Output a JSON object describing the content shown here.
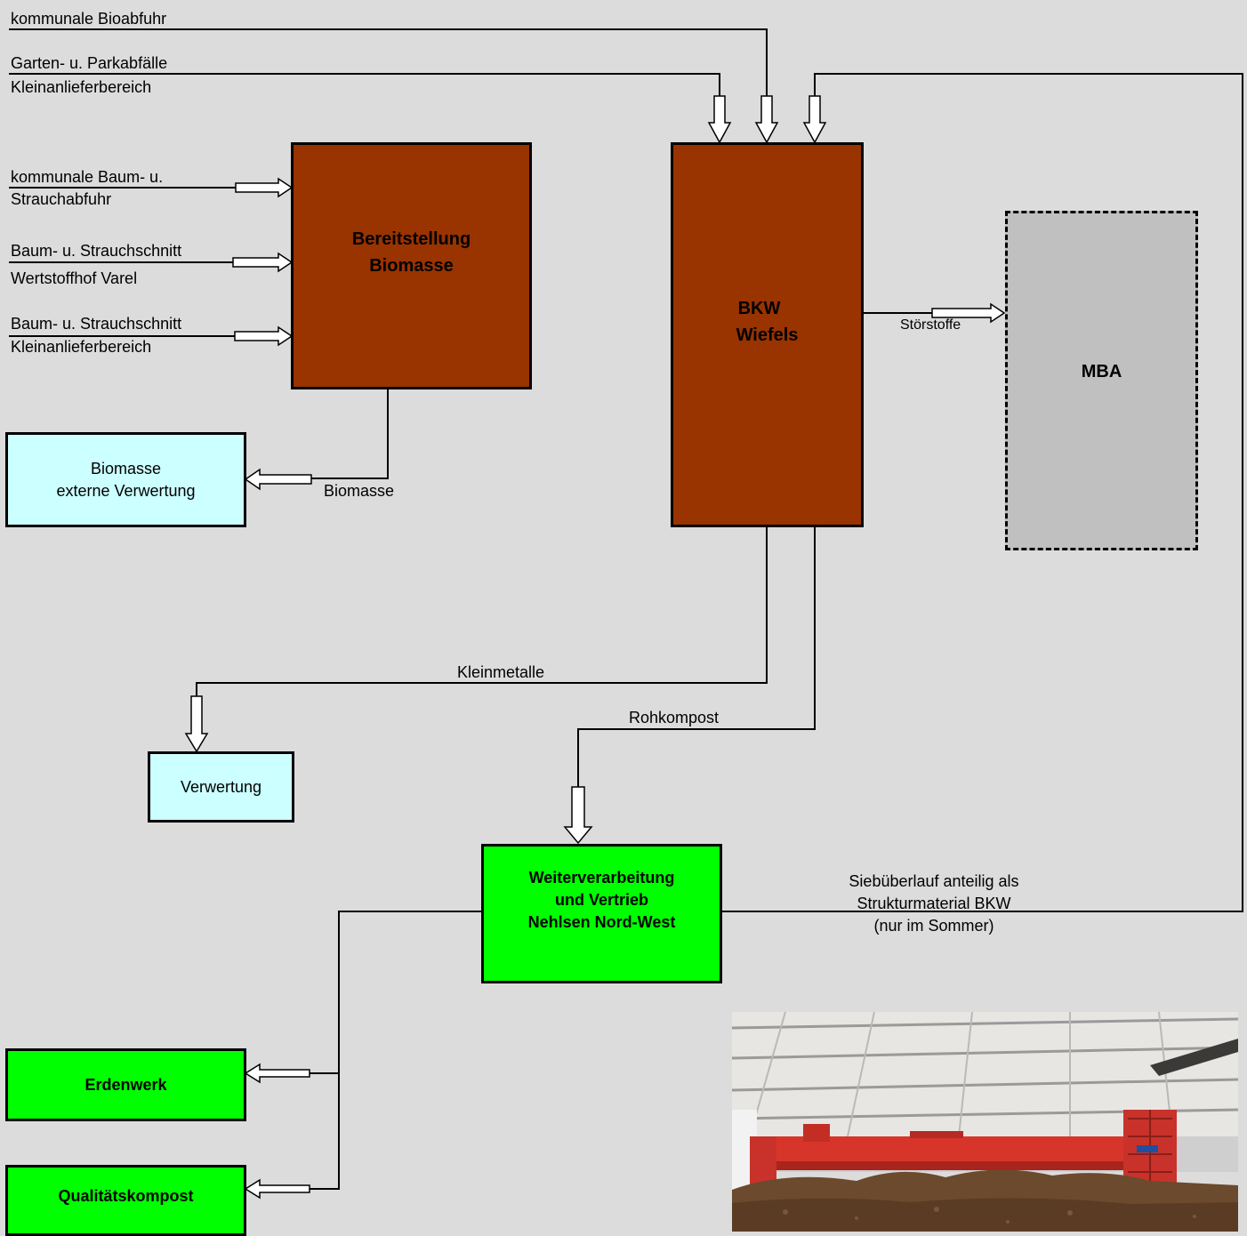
{
  "inputs": {
    "bioabfuhr": "kommunale Bioabfuhr",
    "garten": "Garten- u. Parkabfälle",
    "garten_sub": "Kleinanlieferbereich",
    "baum1": "kommunale Baum- u.",
    "baum1_sub": "Strauchabfuhr",
    "baum2": "Baum- u. Strauchschnitt",
    "baum2_sub": "Wertstoffhof Varel",
    "baum3": "Baum- u. Strauchschnitt",
    "baum3_sub": "Kleinanlieferbereich"
  },
  "boxes": {
    "bereitstellung": [
      "Bereitstellung",
      "Biomasse"
    ],
    "bkw": [
      "BKW",
      "Wiefels"
    ],
    "mba": "MBA",
    "biomasse_ext": [
      "Biomasse",
      "externe Verwertung"
    ],
    "verwertung": "Verwertung",
    "weiter": [
      "Weiterverarbeitung",
      "und Vertrieb",
      "Nehlsen Nord-West"
    ],
    "erdenwerk": "Erdenwerk",
    "qualitaet": "Qualitätskompost"
  },
  "flows": {
    "biomasse": "Biomasse",
    "stoerstoffe": "Störstoffe",
    "kleinmetalle": "Kleinmetalle",
    "rohkompost": "Rohkompost",
    "sieb": [
      "Siebüberlauf anteilig als",
      "Strukturmaterial BKW",
      "(nur im Sommer)"
    ]
  },
  "colors": {
    "background": "#dcdcdc",
    "brown": "#993300",
    "cyan": "#ccffff",
    "green": "#00ff00",
    "mba": "#c0c0c0"
  },
  "photo": {
    "subject": "composting-hall-turner-photo"
  }
}
